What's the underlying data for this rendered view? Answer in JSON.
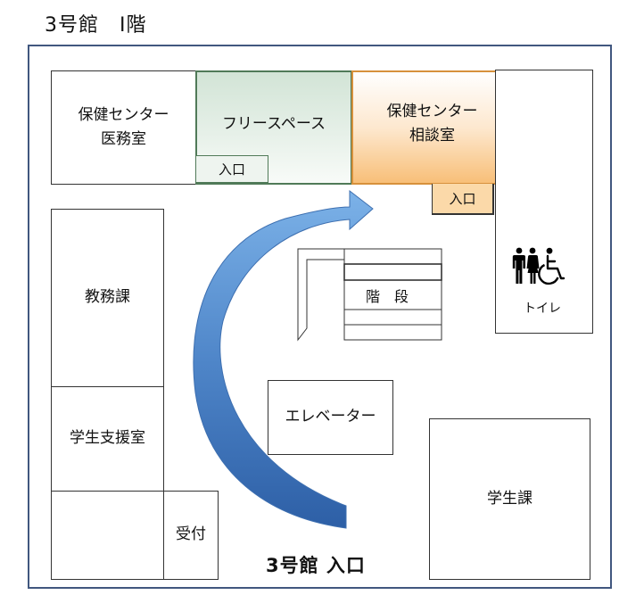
{
  "title": "3号館　I階",
  "rooms": {
    "health_medical": "保健センター\n医務室",
    "free_space": "フリースペース",
    "health_consult": "保健センター\n相談室",
    "academic_affairs": "教務課",
    "student_support": "学生支援室",
    "reception": "受付",
    "elevator": "エレベーター",
    "student_affairs": "学生課",
    "stairs": "階　段",
    "toilet": "トイレ"
  },
  "entrances": {
    "free_space": "入口",
    "consult": "入口",
    "building": "3号館 入口"
  },
  "colors": {
    "frame": "#41577f",
    "free_space_fill_top": "#d2e4d6",
    "free_space_fill_bottom": "#f8fbf8",
    "free_space_border": "#507a58",
    "consult_fill_top": "#ffffff",
    "consult_fill_bottom": "#f8bf78",
    "consult_border": "#d7913c",
    "arrow_light": "#7cb2e8",
    "arrow_dark": "#2d5fa6"
  },
  "icons": [
    "man-icon",
    "woman-icon",
    "wheelchair-icon"
  ]
}
